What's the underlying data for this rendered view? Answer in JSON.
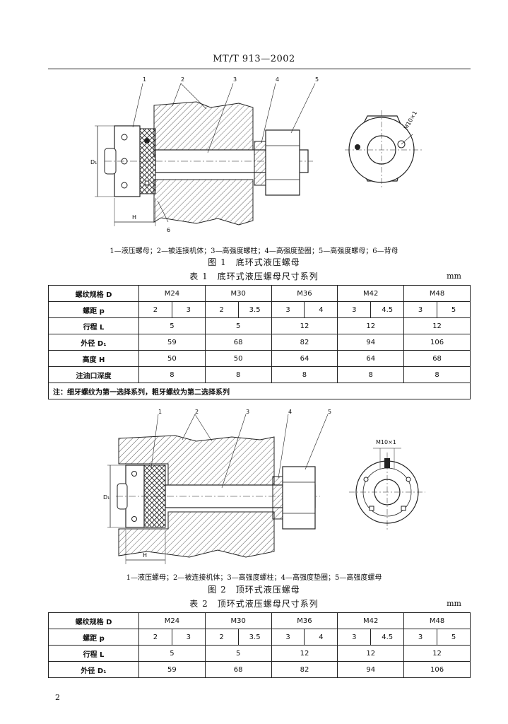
{
  "header": {
    "std_code": "MT/T 913—2002"
  },
  "figure1": {
    "callouts": [
      "1",
      "2",
      "3",
      "4",
      "5",
      "6"
    ],
    "dim_d1": "D₁",
    "dim_h": "H",
    "thread_label": "M10×1",
    "caption": "1—液压螺母；2—被连接机体；3—高强度螺柱；4—高强度垫圈；5—高强度螺母；6—背母",
    "title": "图 1　底环式液压螺母"
  },
  "table1": {
    "title": "表 1　底环式液压螺母尺寸系列",
    "unit": "mm",
    "header_label": "螺纹规格 D",
    "specs": [
      "M24",
      "M30",
      "M36",
      "M42",
      "M48"
    ],
    "pitch_label": "螺距 p",
    "pitches": [
      "2",
      "3",
      "2",
      "3.5",
      "3",
      "4",
      "3",
      "4.5",
      "3",
      "5"
    ],
    "rows": [
      {
        "label": "行程 L",
        "values": [
          "5",
          "5",
          "12",
          "12",
          "12"
        ]
      },
      {
        "label": "外径 D₁",
        "values": [
          "59",
          "68",
          "82",
          "94",
          "106"
        ]
      },
      {
        "label": "高度 H",
        "values": [
          "50",
          "50",
          "64",
          "64",
          "68"
        ]
      },
      {
        "label": "注油口深度",
        "values": [
          "8",
          "8",
          "8",
          "8",
          "8"
        ]
      }
    ],
    "note": "注：细牙螺纹为第一选择系列，粗牙螺纹为第二选择系列"
  },
  "figure2": {
    "callouts": [
      "1",
      "2",
      "3",
      "4",
      "5"
    ],
    "dim_d1": "D₁",
    "dim_h": "H",
    "thread_label": "M10×1",
    "caption": "1—液压螺母；2—被连接机体；3—高强度螺柱；4—高强度垫圈；5—高强度螺母",
    "title": "图 2　顶环式液压螺母"
  },
  "table2": {
    "title": "表 2　顶环式液压螺母尺寸系列",
    "unit": "mm",
    "header_label": "螺纹规格 D",
    "specs": [
      "M24",
      "M30",
      "M36",
      "M42",
      "M48"
    ],
    "pitch_label": "螺距 p",
    "pitches": [
      "2",
      "3",
      "2",
      "3.5",
      "3",
      "4",
      "3",
      "4.5",
      "3",
      "5"
    ],
    "rows": [
      {
        "label": "行程 L",
        "values": [
          "5",
          "5",
          "12",
          "12",
          "12"
        ]
      },
      {
        "label": "外径 D₁",
        "values": [
          "59",
          "68",
          "82",
          "94",
          "106"
        ]
      }
    ]
  },
  "footer": {
    "page_number": "2"
  }
}
